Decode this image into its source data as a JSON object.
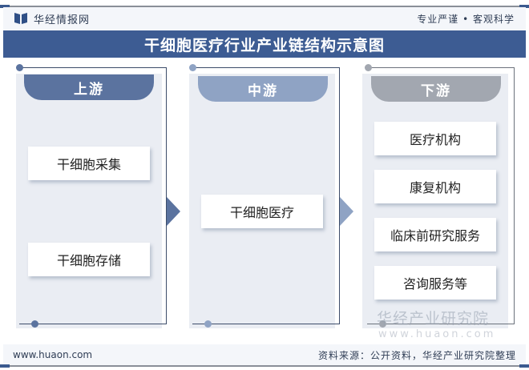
{
  "header": {
    "brand_name": "华经情报网",
    "slogan": "专业严谨 • 客观科学",
    "logo_icon": "book-icon"
  },
  "title": "干细胞医疗行业产业链结构示意图",
  "colors": {
    "title_bar": "#3d5c93",
    "upstream": "#5b739f",
    "midstream": "#8fa3c4",
    "downstream": "#a2a7b0",
    "panel_bg": "#eaedf3",
    "frame_line": "#3d4d6a"
  },
  "stages": [
    {
      "label": "上游",
      "items": [
        "干细胞采集",
        "干细胞存储"
      ]
    },
    {
      "label": "中游",
      "items": [
        "干细胞医疗"
      ]
    },
    {
      "label": "下游",
      "items": [
        "医疗机构",
        "康复机构",
        "临床前研究服务",
        "咨询服务等"
      ]
    }
  ],
  "watermark": {
    "name": "华经产业研究院",
    "url": "www.huaon.com"
  },
  "footer": {
    "url": "www.huaon.com",
    "source": "资料来源：公开资料，华经产业研究院整理"
  }
}
